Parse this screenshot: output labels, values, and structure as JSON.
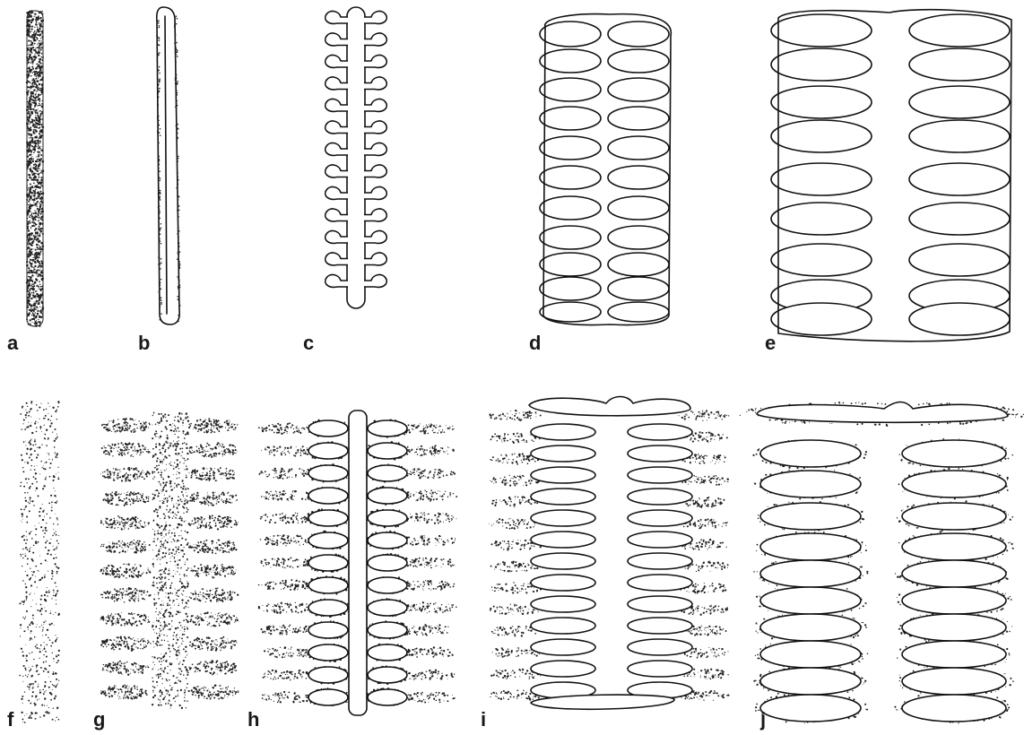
{
  "figure": {
    "panels": [
      {
        "id": "a",
        "label": "a"
      },
      {
        "id": "b",
        "label": "b"
      },
      {
        "id": "c",
        "label": "c"
      },
      {
        "id": "d",
        "label": "d"
      },
      {
        "id": "e",
        "label": "e"
      },
      {
        "id": "f",
        "label": "f"
      },
      {
        "id": "g",
        "label": "g"
      },
      {
        "id": "h",
        "label": "h"
      },
      {
        "id": "i",
        "label": "i"
      },
      {
        "id": "j",
        "label": "j"
      }
    ]
  }
}
